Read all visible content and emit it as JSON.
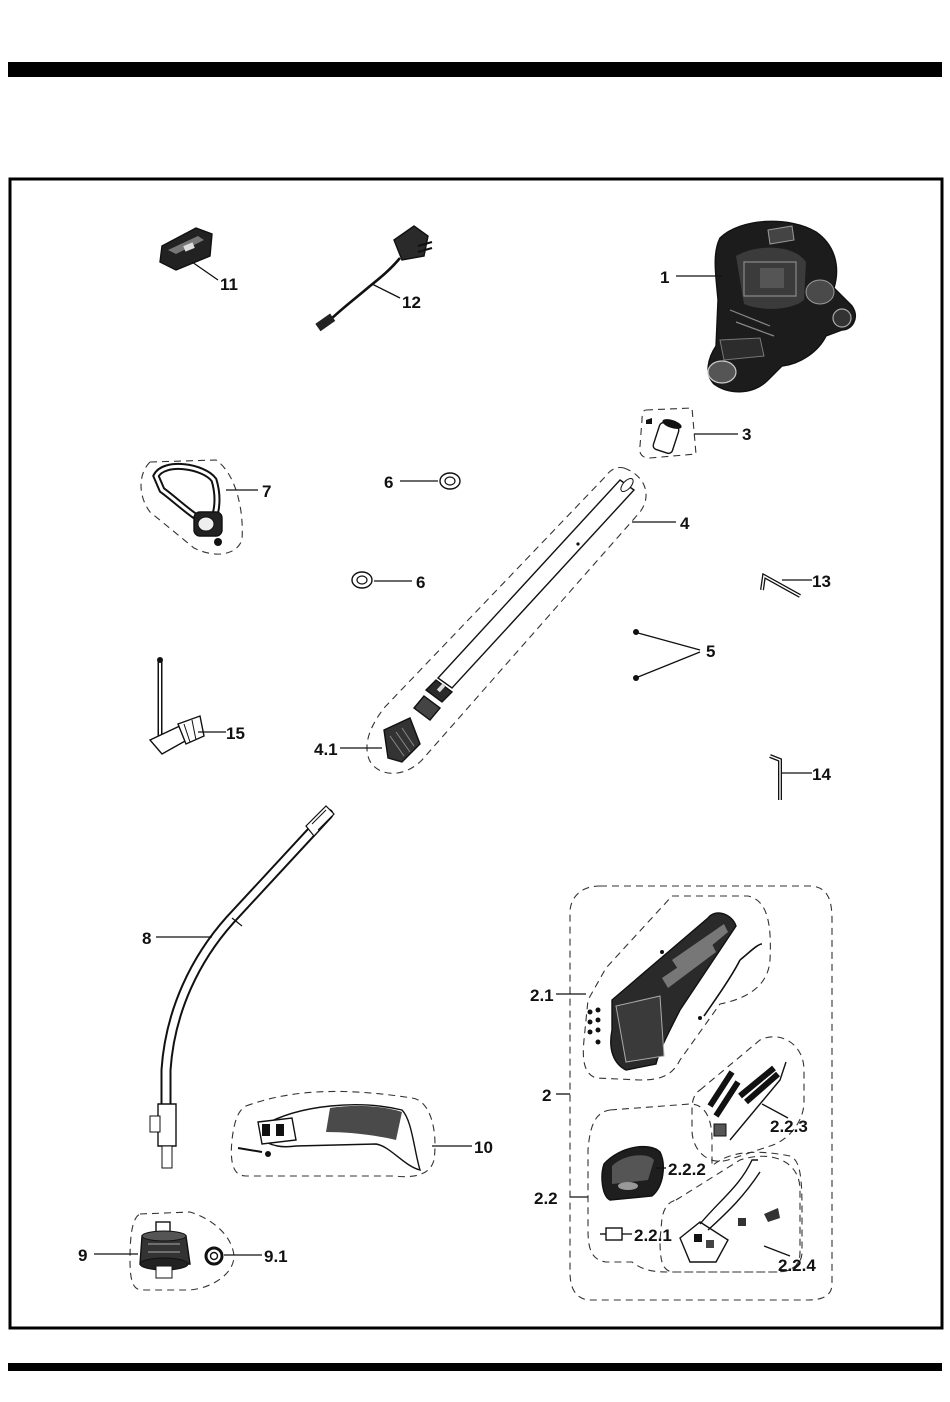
{
  "labels": {
    "p1": "1",
    "p2": "2",
    "p2_1": "2.1",
    "p2_2": "2.2",
    "p2_2_1": "2.2.1",
    "p2_2_2": "2.2.2",
    "p2_2_3": "2.2.3",
    "p2_2_4": "2.2.4",
    "p3": "3",
    "p4": "4",
    "p4_1": "4.1",
    "p5": "5",
    "p6a": "6",
    "p6b": "6",
    "p7": "7",
    "p8": "8",
    "p9": "9",
    "p9_1": "9.1",
    "p10": "10",
    "p11": "11",
    "p12": "12",
    "p13": "13",
    "p14": "14",
    "p15": "15"
  },
  "colors": {
    "ink": "#111111",
    "paper": "#ffffff",
    "part_fill": "#1a1a1a",
    "part_mid": "#8a8a8a"
  }
}
